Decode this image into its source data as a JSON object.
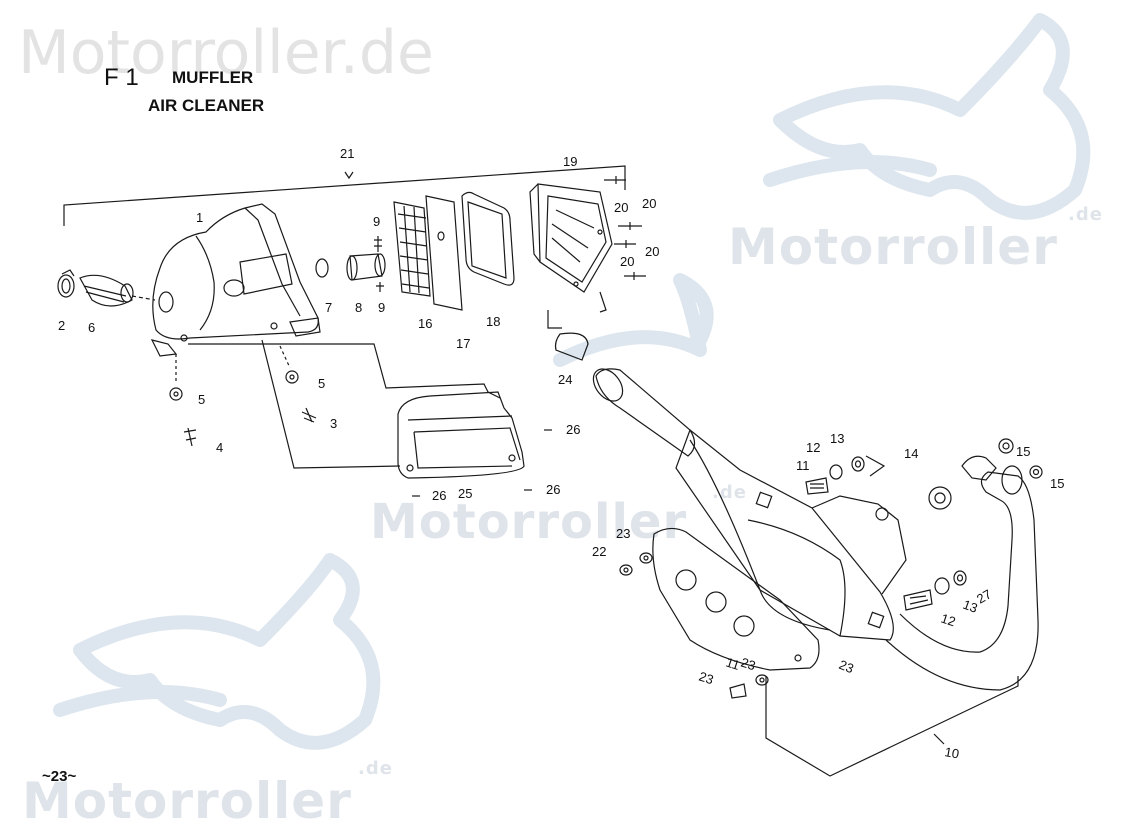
{
  "watermark": {
    "top_text": "Motorroller.de",
    "repeat_text": "Motorroller",
    "domain_suffix": ".de"
  },
  "header": {
    "figure_code": "F 1",
    "title_line1": "MUFFLER",
    "title_line2": "AIR CLEANER"
  },
  "page_number": "~23~",
  "part_callouts": [
    "21",
    "1",
    "2",
    "6",
    "7",
    "8",
    "9",
    "9",
    "16",
    "17",
    "18",
    "19",
    "20",
    "20",
    "20",
    "20",
    "5",
    "5",
    "3",
    "4",
    "24",
    "26",
    "26",
    "26",
    "25",
    "14",
    "12",
    "13",
    "11",
    "15",
    "15",
    "22",
    "23",
    "23",
    "11",
    "12",
    "13",
    "27",
    "23",
    "23",
    "10"
  ]
}
